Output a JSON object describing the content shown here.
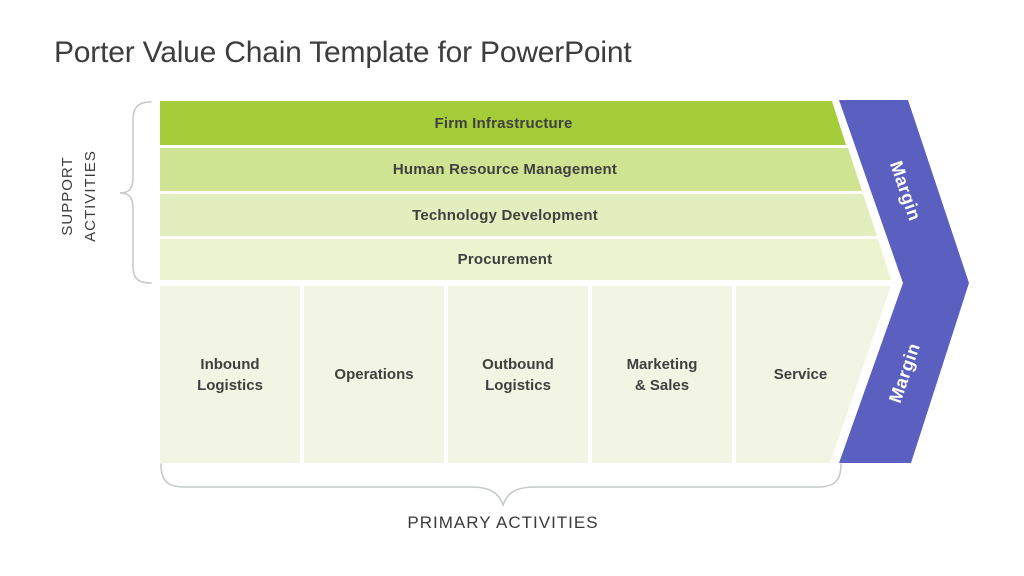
{
  "slide": {
    "title": "Porter Value Chain Template for PowerPoint"
  },
  "value_chain": {
    "support_caption": {
      "line1": "SUPPORT",
      "line2": "ACTIVITIES"
    },
    "primary_caption": "PRIMARY ACTIVITIES",
    "support_activities": [
      {
        "label": "Firm Infrastructure",
        "color": "#a5cd3a"
      },
      {
        "label": "Human Resource Management",
        "color": "#cfe492"
      },
      {
        "label": "Technology Development",
        "color": "#e2eebd"
      },
      {
        "label": "Procurement",
        "color": "#ebf3cf"
      }
    ],
    "primary_activities": [
      {
        "label": "Inbound\nLogistics",
        "color": "#f2f5e3"
      },
      {
        "label": "Operations",
        "color": "#f2f5e3"
      },
      {
        "label": "Outbound\nLogistics",
        "color": "#f2f5e3"
      },
      {
        "label": "Marketing\n& Sales",
        "color": "#f2f5e3"
      },
      {
        "label": "Service",
        "color": "#f2f5e3"
      }
    ],
    "margin_band": {
      "top_label": "Margin",
      "bottom_label": "Margin",
      "color": "#5a5fc0"
    },
    "colors": {
      "title_text": "#3d3d3d",
      "bar_text": "#404040",
      "brace": "#c6cacc"
    }
  }
}
